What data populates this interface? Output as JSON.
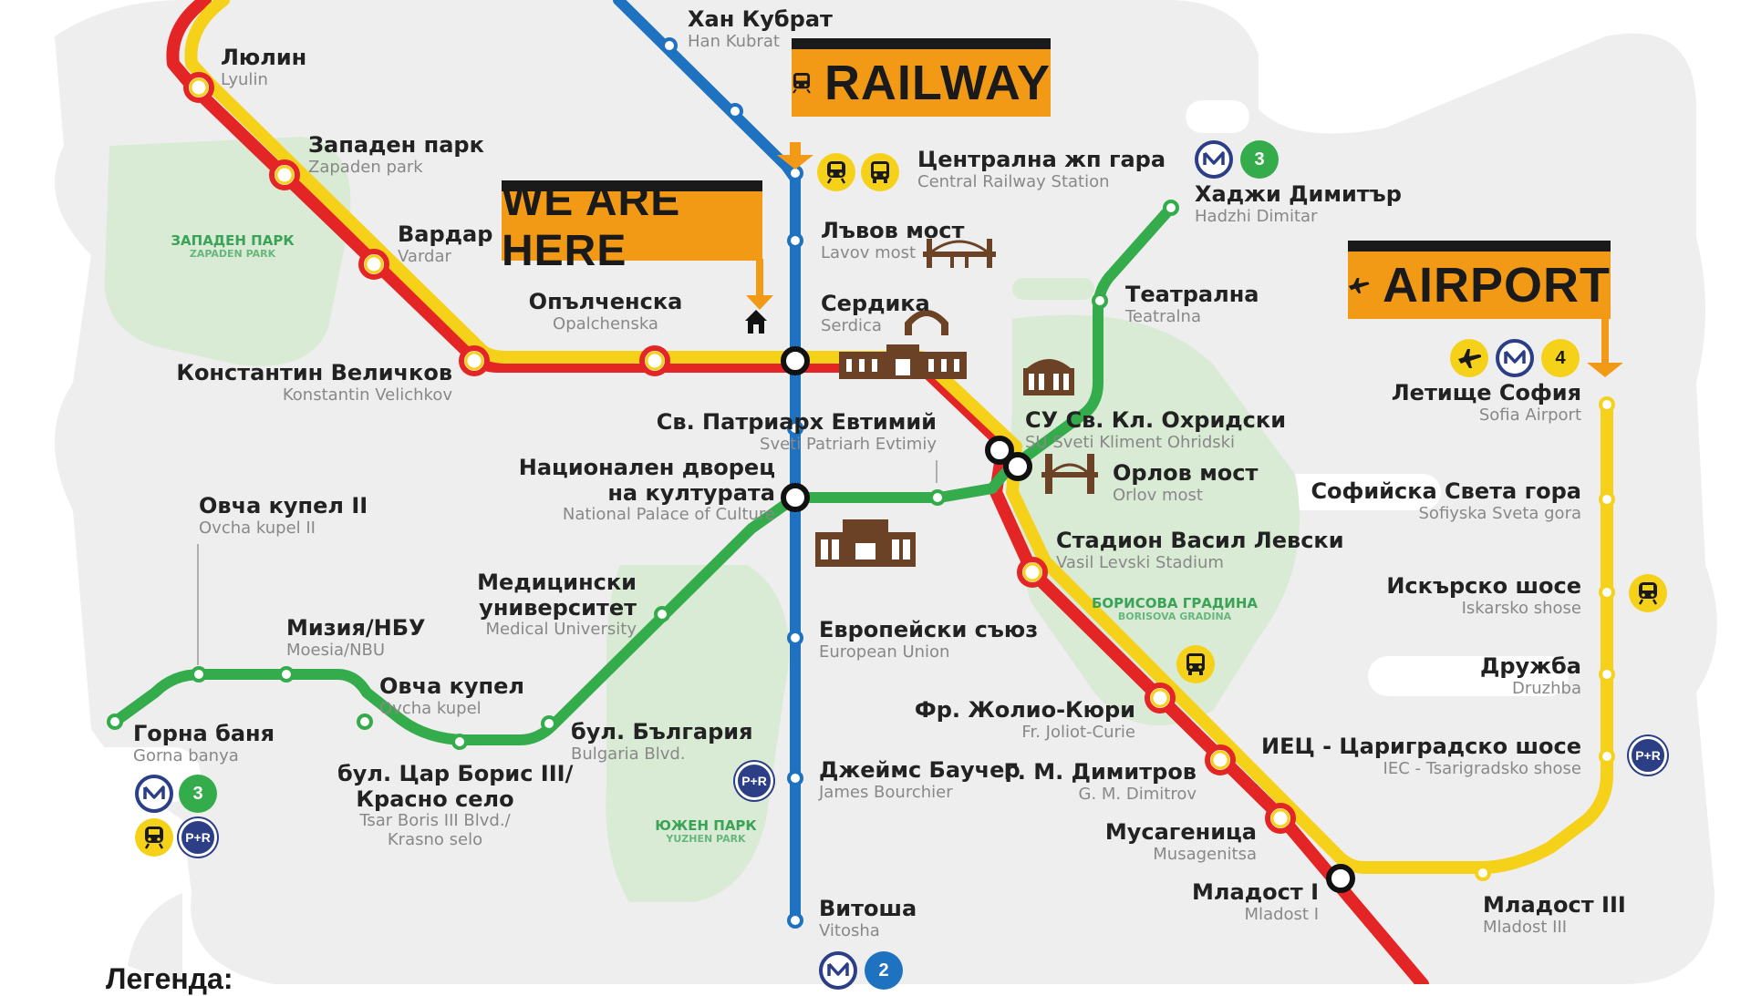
{
  "signs": {
    "railway": "RAILWAY",
    "we_are_here": "WE ARE HERE",
    "airport": "AIRPORT"
  },
  "parks": {
    "zapaden": {
      "bg": "ЗАПАДЕН ПАРК",
      "lat": "ZAPADEN PARK"
    },
    "borisova": {
      "bg": "БОРИСОВА ГРАДИНА",
      "lat": "BORISOVA GRADINA"
    },
    "yuzhen": {
      "bg": "ЮЖЕН ПАРК",
      "lat": "YUZHEN PARK"
    }
  },
  "stations": {
    "han_kubrat": {
      "bg": "Хан Кубрат",
      "lat": "Han Kubrat"
    },
    "lyulin": {
      "bg": "Люлин",
      "lat": "Lyulin"
    },
    "zapaden_park": {
      "bg": "Западен парк",
      "lat": "Zapaden park"
    },
    "vardar": {
      "bg": "Вардар",
      "lat": "Vardar"
    },
    "opalchenska": {
      "bg": "Опълченска",
      "lat": "Opalchenska"
    },
    "velichkov": {
      "bg": "Константин Величков",
      "lat": "Konstantin Velichkov"
    },
    "central": {
      "bg": "Централна жп гара",
      "lat": "Central Railway Station"
    },
    "lavov": {
      "bg": "Лъвов мост",
      "lat": "Lavov most"
    },
    "serdika": {
      "bg": "Сердика",
      "lat": "Serdica"
    },
    "evtimiy": {
      "bg": "Св. Патриарх Евтимий",
      "lat": "Sveti Patriarh Evtimiy"
    },
    "ndk": {
      "bg1": "Национален дворец",
      "bg2": "на културата",
      "lat": "National Palace of Culture"
    },
    "hadzhi": {
      "bg": "Хаджи Димитър",
      "lat": "Hadzhi Dimitar"
    },
    "teatralna": {
      "bg": "Театрална",
      "lat": "Teatralna"
    },
    "su": {
      "bg": "СУ Св. Кл. Охридски",
      "lat": "SU Sveti Kliment Ohridski"
    },
    "orlov": {
      "bg": "Орлов мост",
      "lat": "Orlov most"
    },
    "stadium": {
      "bg": "Стадион Васил Левски",
      "lat": "Vasil Levski Stadium"
    },
    "ovcha2": {
      "bg": "Овча купел II",
      "lat": "Ovcha kupel II"
    },
    "medical": {
      "bg1": "Медицински",
      "bg2": "университет",
      "lat": "Medical University"
    },
    "moesia": {
      "bg": "Мизия/НБУ",
      "lat": "Moesia/NBU"
    },
    "ovcha": {
      "bg": "Овча купел",
      "lat": "Ovcha kupel"
    },
    "gorna": {
      "bg": "Горна баня",
      "lat": "Gorna banya"
    },
    "bulgaria": {
      "bg": "бул. България",
      "lat": "Bulgaria Blvd."
    },
    "boris": {
      "bg1": "бул. Цар Борис III/",
      "bg2": "Красно село",
      "lat1": "Tsar Boris III Blvd./",
      "lat2": "Krasno selo"
    },
    "eu": {
      "bg": "Европейски съюз",
      "lat": "European Union"
    },
    "bourchier": {
      "bg": "Джеймс Баучер",
      "lat": "James Bourchier"
    },
    "vitosha": {
      "bg": "Витоша",
      "lat": "Vitosha"
    },
    "joliot": {
      "bg": "Фр. Жолио-Кюри",
      "lat": "Fr. Joliot-Curie"
    },
    "dimitrov": {
      "bg": "Г. М. Димитров",
      "lat": "G. M. Dimitrov"
    },
    "musagenitsa": {
      "bg": "Мусагеница",
      "lat": "Musagenitsa"
    },
    "mladost1": {
      "bg": "Младост I",
      "lat": "Mladost I"
    },
    "mladost3": {
      "bg": "Младост III",
      "lat": "Mladost III"
    },
    "airport": {
      "bg": "Летище София",
      "lat": "Sofia Airport"
    },
    "sveta_gora": {
      "bg": "Софийска Света гора",
      "lat": "Sofiyska Sveta gora"
    },
    "iskarsko": {
      "bg": "Искърско шосе",
      "lat": "Iskarsko shose"
    },
    "druzhba": {
      "bg": "Дружба",
      "lat": "Druzhba"
    },
    "iec": {
      "bg": "ИЕЦ - Цариградско шосе",
      "lat": "IEC - Tsarigradsko shose"
    }
  },
  "badges": {
    "hadzhi_line": "3",
    "gorna_line": "3",
    "airport_line": "4",
    "vitosha_line": "2",
    "park_ride": "P+R"
  },
  "legend": {
    "title": "Легенда:"
  },
  "colors": {
    "red_line": "#e42526",
    "yellow_line": "#f6d11a",
    "green_line": "#34ac4b",
    "blue_line": "#1f72c0",
    "sign_orange": "#f29a16",
    "park_green": "#d9ebd4",
    "city_gray": "#eeeeee"
  }
}
